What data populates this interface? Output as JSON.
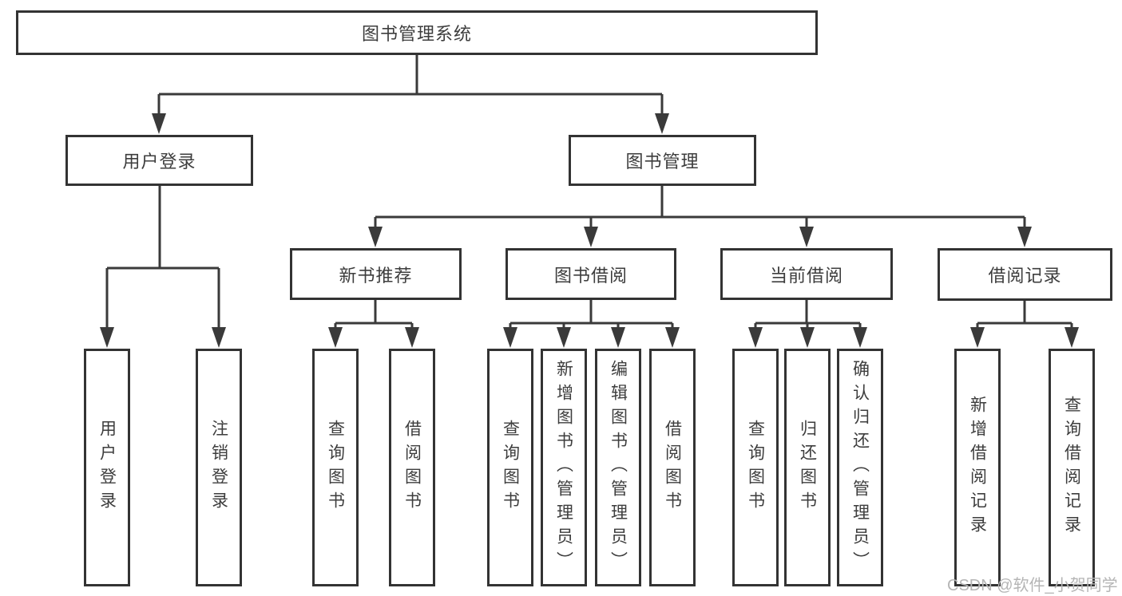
{
  "nodes": {
    "root": "图书管理系统",
    "user_login": "用户登录",
    "book_management": "图书管理",
    "new_book_recommend": "新书推荐",
    "book_borrow": "图书借阅",
    "current_borrow": "当前借阅",
    "borrow_records": "借阅记录",
    "leaf_user_login": "用户登录",
    "leaf_logout_login": "注销登录",
    "nbr_query_books": "查询图书",
    "nbr_borrow_books": "借阅图书",
    "bb_query_books": "查询图书",
    "bb_add_books_admin": "新增图书（管理员）",
    "bb_edit_books_admin": "编辑图书（管理员）",
    "bb_borrow_books": "借阅图书",
    "cb_query_books": "查询图书",
    "cb_return_books": "归还图书",
    "cb_confirm_return_admin": "确认归还（管理员）",
    "br_add_record": "新增借阅记录",
    "br_query_record": "查询借阅记录"
  },
  "watermark": "CSDN @软件_小贺同学",
  "colors": {
    "line": "#3a3a3a",
    "border": "#333333",
    "text": "#3d3d3d",
    "watermark": "#b5b5b5"
  }
}
